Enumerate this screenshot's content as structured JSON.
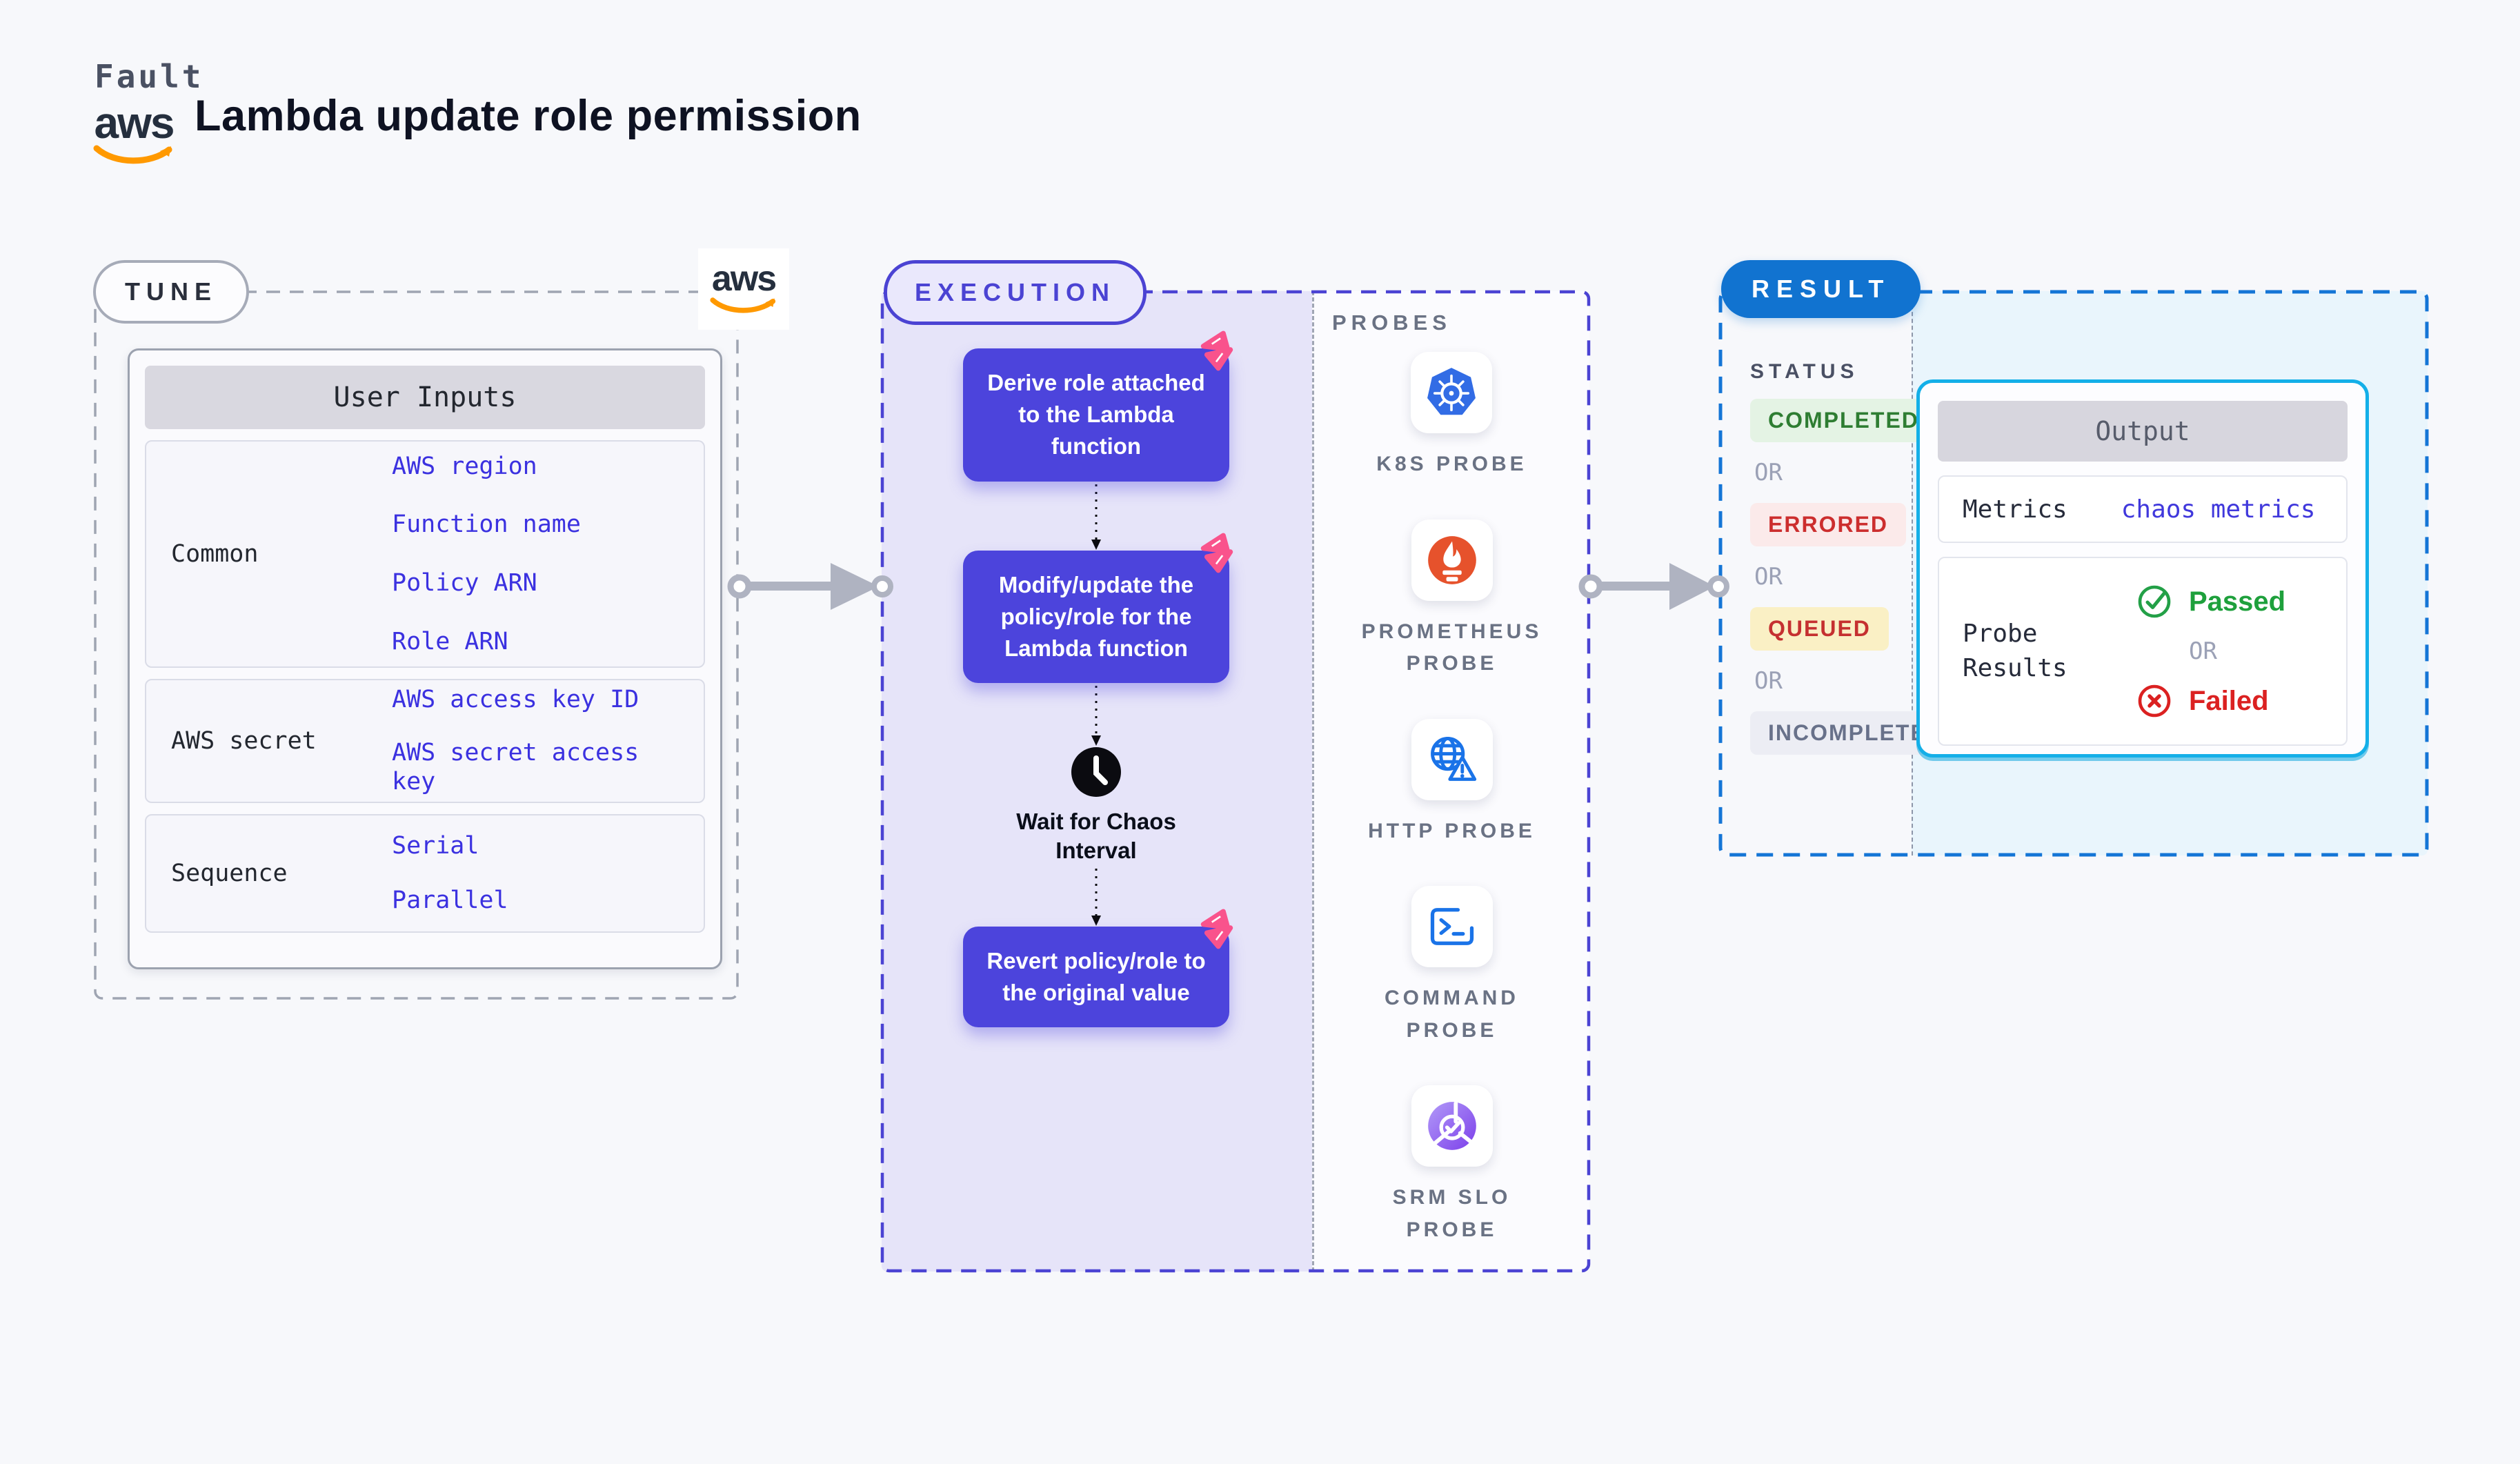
{
  "header": {
    "eyebrow": "Fault",
    "title": "Lambda update role permission",
    "aws_logo_text": "aws"
  },
  "tune": {
    "pill": "TUNE",
    "aws_logo_text": "aws",
    "table": {
      "header": "User Inputs",
      "rows": [
        {
          "label": "Common",
          "values": [
            "AWS region",
            "Function name",
            "Policy ARN",
            "Role ARN"
          ]
        },
        {
          "label": "AWS secret",
          "values": [
            "AWS access key ID",
            "AWS secret access key"
          ]
        },
        {
          "label": "Sequence",
          "values": [
            "Serial",
            "Parallel"
          ]
        }
      ]
    }
  },
  "execution": {
    "pill": "EXECUTION",
    "steps": [
      "Derive role attached to the Lambda function",
      "Modify/update the policy/role for the Lambda function",
      "Wait for Chaos Interval",
      "Revert policy/role to the original value"
    ],
    "probes": {
      "heading": "PROBES",
      "items": [
        {
          "label": "K8S PROBE",
          "icon": "kubernetes-icon"
        },
        {
          "label": "PROMETHEUS PROBE",
          "icon": "prometheus-icon"
        },
        {
          "label": "HTTP PROBE",
          "icon": "http-globe-warning-icon"
        },
        {
          "label": "COMMAND PROBE",
          "icon": "terminal-icon"
        },
        {
          "label": "SRM SLO PROBE",
          "icon": "slo-gauge-check-icon"
        }
      ]
    }
  },
  "result": {
    "pill": "RESULT",
    "status": {
      "heading": "STATUS",
      "separator": "OR",
      "badges": [
        "COMPLETED",
        "ERRORED",
        "QUEUED",
        "INCOMPLETED"
      ]
    },
    "output": {
      "header": "Output",
      "metrics_label": "Metrics",
      "metrics_value": "chaos metrics",
      "probe_results_label": "Probe Results",
      "passed": "Passed",
      "or": "OR",
      "failed": "Failed"
    }
  },
  "colors": {
    "page_bg": "#F7F8FB",
    "tune_gray": "#9FA5B2",
    "execution_indigo": "#4B43D3",
    "step_card_bg": "#4C44DC",
    "lavender_panel": "#E6E4F9",
    "value_blue": "#3B31E0",
    "litmus_pink": "#F9538C",
    "result_blue": "#1173D0",
    "output_cyan": "#14AFE8",
    "light_blue_panel": "#E9F5FC",
    "passed_green": "#1EA03C",
    "failed_red": "#DB2121",
    "kubernetes_blue": "#326CE5",
    "prometheus_orange": "#E6522C",
    "probe_icon_blue": "#1A73E8",
    "srm_purple": "#7C3FEA",
    "aws_orange": "#FF9900",
    "aws_navy": "#252F3E"
  }
}
